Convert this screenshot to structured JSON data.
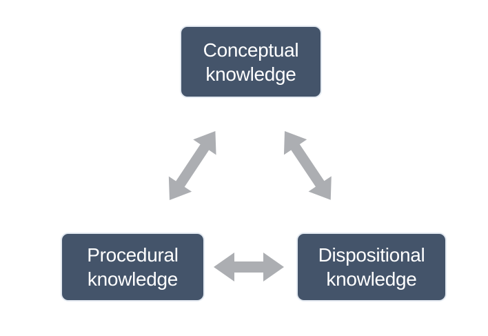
{
  "diagram": {
    "type": "cycle",
    "nodes": [
      {
        "id": "conceptual-knowledge",
        "label": "Conceptual knowledge"
      },
      {
        "id": "procedural-knowledge",
        "label": "Procedural knowledge"
      },
      {
        "id": "dispositional-knowledge",
        "label": "Dispositional knowledge"
      }
    ],
    "edges": [
      {
        "from": "Conceptual knowledge",
        "to": "Procedural knowledge",
        "style": "double-headed-arrow"
      },
      {
        "from": "Conceptual knowledge",
        "to": "Dispositional knowledge",
        "style": "double-headed-arrow"
      },
      {
        "from": "Procedural knowledge",
        "to": "Dispositional knowledge",
        "style": "double-headed-arrow"
      }
    ]
  },
  "colors": {
    "node_fill": "#44546A",
    "node_border": "#E4EAF1",
    "node_text": "#FFFFFF",
    "arrow": "#ACAEB2",
    "background": "#FFFFFF"
  }
}
